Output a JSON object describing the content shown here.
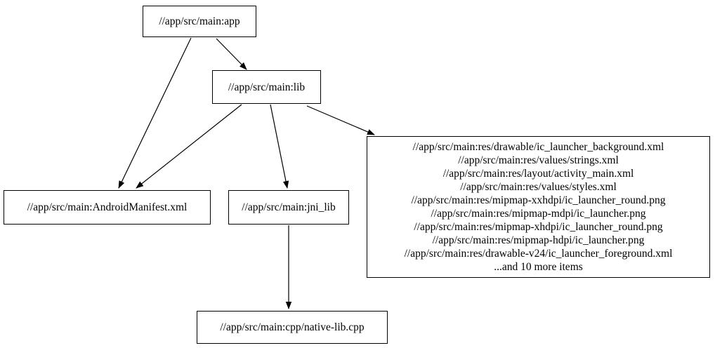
{
  "colors": {
    "background": "#ffffff",
    "node_fill": "#ffffff",
    "node_border": "#000000",
    "text": "#000000",
    "edge": "#000000"
  },
  "diagram": {
    "type": "directed-dependency-graph",
    "nodes": {
      "app": {
        "label": "//app/src/main:app"
      },
      "lib": {
        "label": "//app/src/main:lib"
      },
      "manifest": {
        "label": "//app/src/main:AndroidManifest.xml"
      },
      "jni_lib": {
        "label": "//app/src/main:jni_lib"
      },
      "resources": {
        "lines": [
          "//app/src/main:res/drawable/ic_launcher_background.xml",
          "//app/src/main:res/values/strings.xml",
          "//app/src/main:res/layout/activity_main.xml",
          "//app/src/main:res/values/styles.xml",
          "//app/src/main:res/mipmap-xxhdpi/ic_launcher_round.png",
          "//app/src/main:res/mipmap-mdpi/ic_launcher.png",
          "//app/src/main:res/mipmap-xhdpi/ic_launcher_round.png",
          "//app/src/main:res/mipmap-hdpi/ic_launcher.png",
          "//app/src/main:res/drawable-v24/ic_launcher_foreground.xml",
          "...and 10 more items"
        ]
      },
      "native_lib": {
        "label": "//app/src/main:cpp/native-lib.cpp"
      }
    },
    "edges": [
      {
        "from": "app",
        "to": "lib"
      },
      {
        "from": "app",
        "to": "manifest"
      },
      {
        "from": "lib",
        "to": "manifest"
      },
      {
        "from": "lib",
        "to": "jni_lib"
      },
      {
        "from": "lib",
        "to": "resources"
      },
      {
        "from": "jni_lib",
        "to": "native_lib"
      }
    ]
  }
}
